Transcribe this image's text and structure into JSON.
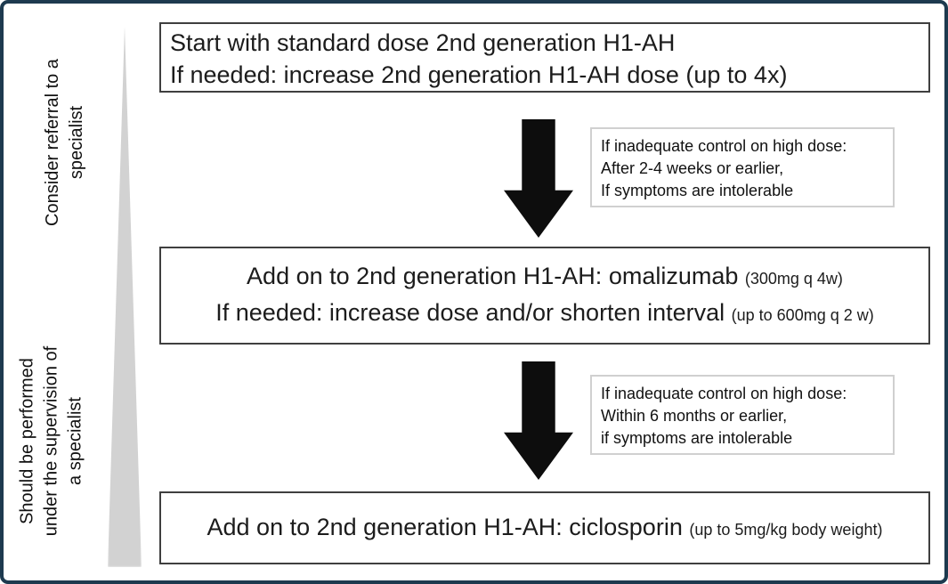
{
  "colors": {
    "outer_border": "#1d3a4f",
    "box_border": "#3f3f3f",
    "note_border": "#d0d0d0",
    "arrow": "#0d0d0d",
    "wedge": "#d2d2d2",
    "text": "#1c1c1c"
  },
  "side_labels": {
    "top": {
      "line1": "Consider referral to a",
      "line2": "specialist"
    },
    "bottom": {
      "line1": "Should be performed",
      "line2": "under the supervision of",
      "line3": "a specialist"
    }
  },
  "boxes": {
    "step1": {
      "line1": "Start with standard dose 2nd generation H1-AH",
      "line2": "If needed: increase 2nd generation H1-AH dose (up to 4x)"
    },
    "step2": {
      "line1_main": "Add on to 2nd generation H1-AH: omalizumab ",
      "line1_small": "(300mg q 4w)",
      "line2_main": "If needed: increase dose and/or shorten interval ",
      "line2_small": "(up to 600mg q 2 w)"
    },
    "step3": {
      "main": "Add on to 2nd generation H1-AH: ciclosporin ",
      "small": "(up to 5mg/kg body weight)"
    }
  },
  "notes": {
    "note1": {
      "line1": "If inadequate control on high dose:",
      "line2": "After 2-4 weeks or earlier,",
      "line3": "If symptoms are intolerable"
    },
    "note2": {
      "line1": "If inadequate control on high dose:",
      "line2": "Within 6 months or earlier,",
      "line3": "if symptoms are intolerable"
    }
  }
}
